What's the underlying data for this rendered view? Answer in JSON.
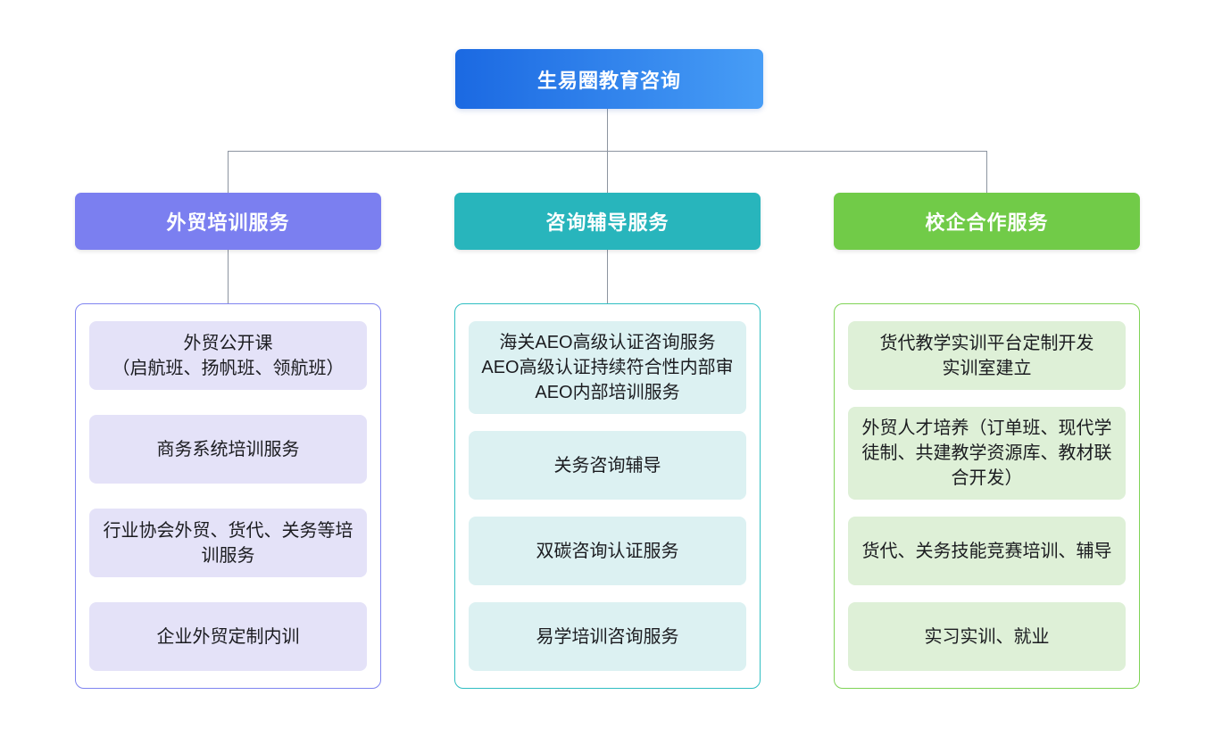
{
  "root": {
    "label": "生易圈教育咨询",
    "gradient_from": "#1b69e2",
    "gradient_to": "#479df6"
  },
  "connector_color": "#8c94a0",
  "branches": [
    {
      "label": "外贸培训服务",
      "colors": {
        "header": "#7b7ff0",
        "border": "#7f84f0",
        "item_bg": "#e4e2f8"
      },
      "items": [
        {
          "text": [
            "外贸公开课",
            "（启航班、扬帆班、领航班）"
          ]
        },
        {
          "text": "商务系统培训服务"
        },
        {
          "text": "行业协会外贸、货代、关务等培训服务"
        },
        {
          "text": "企业外贸定制内训"
        }
      ]
    },
    {
      "label": "咨询辅导服务",
      "colors": {
        "header": "#28b5bc",
        "border": "#2fbec2",
        "item_bg": "#dcf1f2"
      },
      "items": [
        {
          "text": [
            "海关AEO高级认证咨询服务",
            "AEO高级认证持续符合性内部审",
            "AEO内部培训服务"
          ]
        },
        {
          "text": "关务咨询辅导"
        },
        {
          "text": "双碳咨询认证服务"
        },
        {
          "text": "易学培训咨询服务"
        }
      ]
    },
    {
      "label": "校企合作服务",
      "colors": {
        "header": "#71cb48",
        "border": "#7fd356",
        "item_bg": "#def0d7"
      },
      "items": [
        {
          "text": [
            "货代教学实训平台定制开发",
            "实训室建立"
          ]
        },
        {
          "text": "外贸人才培养（订单班、现代学徒制、共建教学资源库、教材联合开发）"
        },
        {
          "text": "货代、关务技能竞赛培训、辅导"
        },
        {
          "text": "实习实训、就业"
        }
      ]
    }
  ]
}
